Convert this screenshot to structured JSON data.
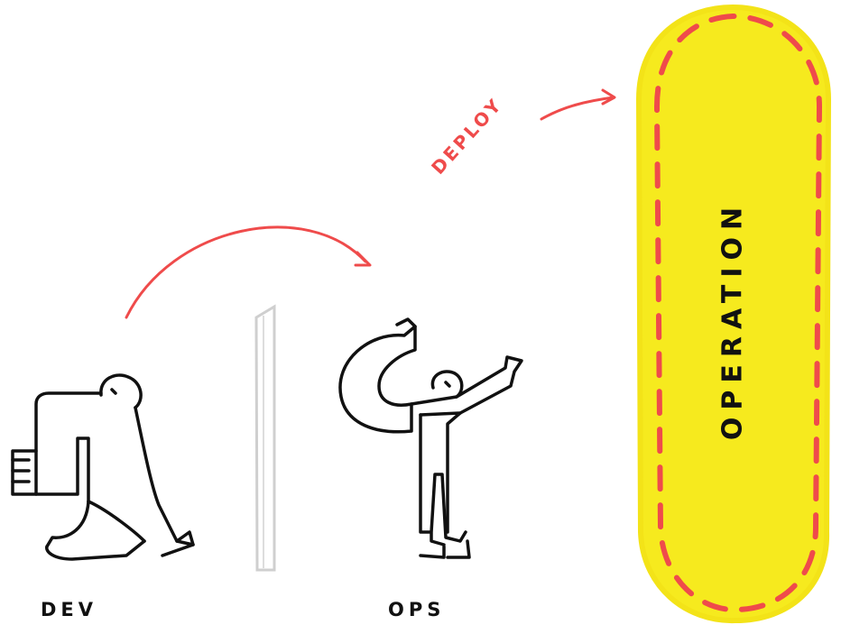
{
  "labels": {
    "dev": "DEV",
    "ops": "OPS",
    "deploy": "DEPLOY",
    "operation": "OPERATION"
  },
  "colors": {
    "accent_red": "#ef4b4b",
    "highlight_yellow": "#f6ea1e",
    "ink": "#111111",
    "wall_gray": "#cfcfcf"
  },
  "icons": {
    "dev_figure": "person-carrying-box-icon",
    "ops_figure": "person-holding-magnet-icon",
    "wall": "wall-divider",
    "throw_arrow": "curved-arrow",
    "deploy_arrow": "curved-arrow"
  }
}
